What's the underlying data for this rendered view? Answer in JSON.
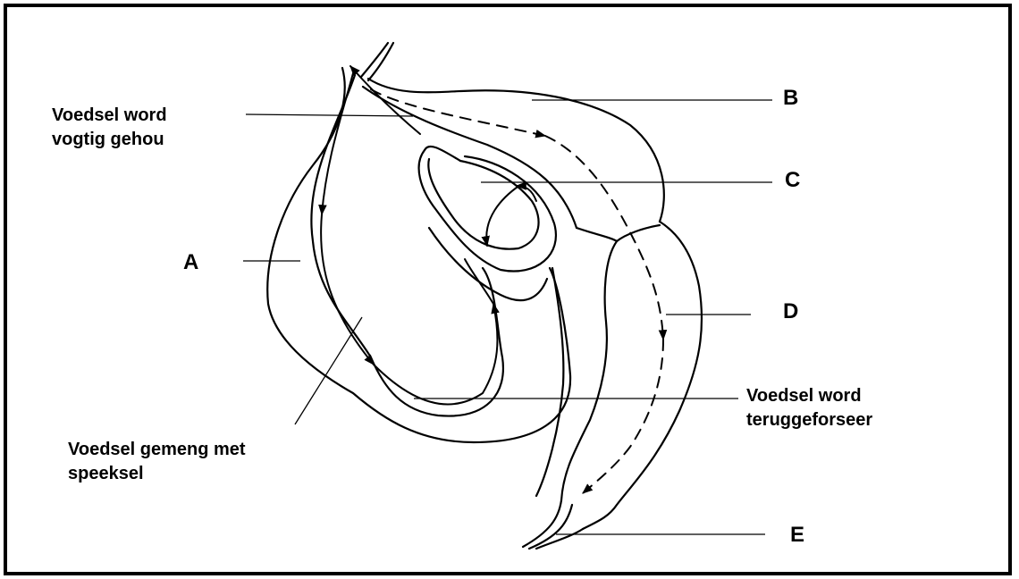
{
  "labels": {
    "A": "A",
    "B": "B",
    "C": "C",
    "D": "D",
    "E": "E"
  },
  "annotations": {
    "moist_line1": "Voedsel word",
    "moist_line2": "vogtig gehou",
    "mixed_line1": "Voedsel gemeng met",
    "mixed_line2": "speeksel",
    "forced_line1": "Voedsel word",
    "forced_line2": "teruggeforseer"
  }
}
